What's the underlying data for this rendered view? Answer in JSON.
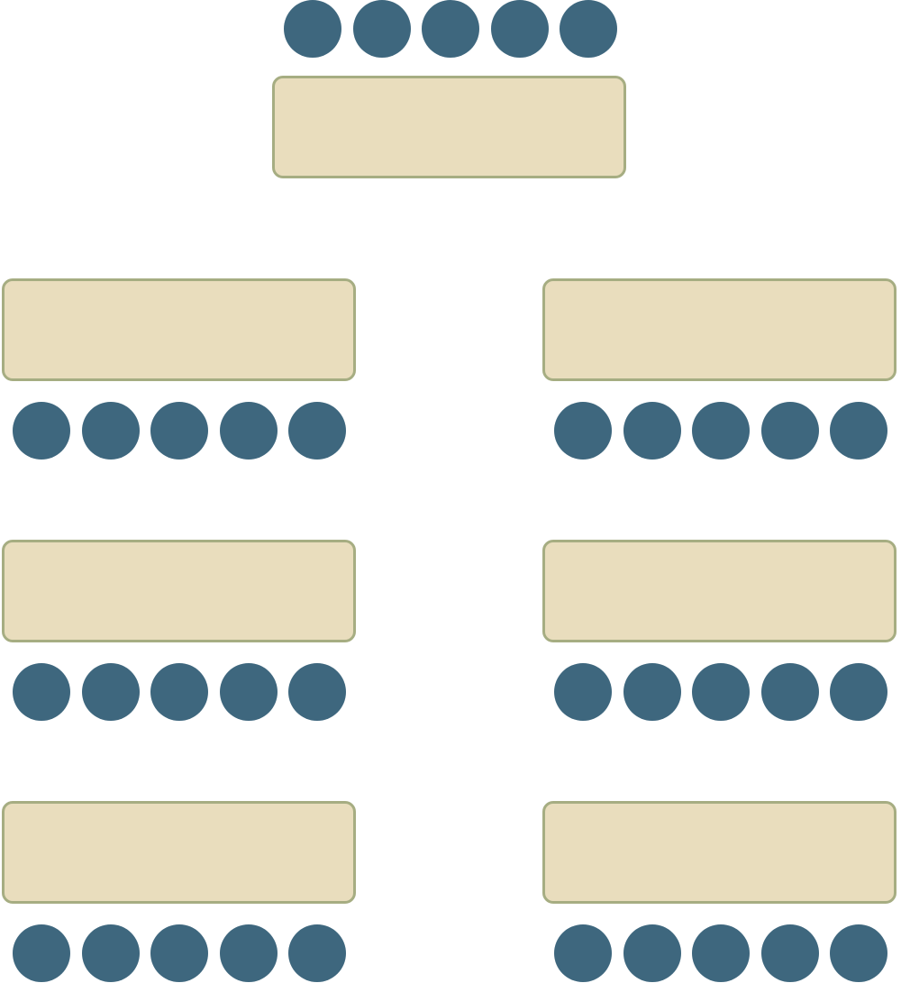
{
  "colors": {
    "background": "#ffffff",
    "table_fill": "#e9ddbd",
    "table_border": "#a6ad82",
    "seat_fill": "#3e677e"
  },
  "groups": [
    {
      "id": "head",
      "seats": 5,
      "seats_side": "above"
    },
    {
      "id": "row-1-left",
      "seats": 5,
      "seats_side": "below"
    },
    {
      "id": "row-1-right",
      "seats": 5,
      "seats_side": "below"
    },
    {
      "id": "row-2-left",
      "seats": 5,
      "seats_side": "below"
    },
    {
      "id": "row-2-right",
      "seats": 5,
      "seats_side": "below"
    },
    {
      "id": "row-3-left",
      "seats": 5,
      "seats_side": "below"
    },
    {
      "id": "row-3-right",
      "seats": 5,
      "seats_side": "below"
    }
  ]
}
